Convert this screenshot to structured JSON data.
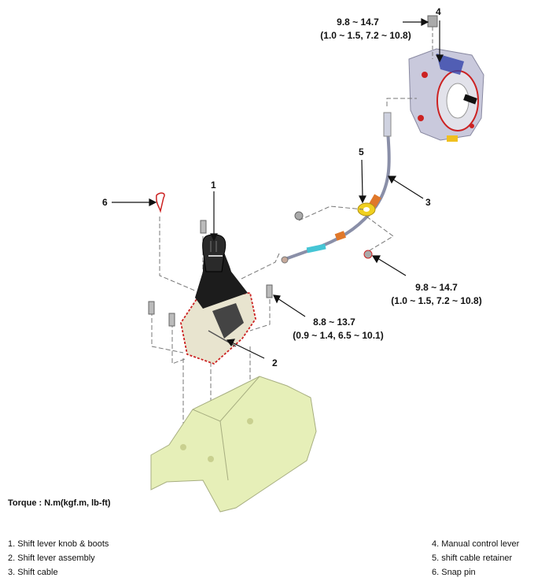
{
  "callouts": [
    "1",
    "2",
    "3",
    "4",
    "5",
    "6"
  ],
  "torques": {
    "top": {
      "nm": "9.8 ~ 14.7",
      "alt": "(1.0 ~ 1.5, 7.2 ~ 10.8)"
    },
    "mid_right": {
      "nm": "9.8 ~ 14.7",
      "alt": "(1.0 ~ 1.5, 7.2 ~ 10.8)"
    },
    "lever": {
      "nm": "8.8 ~ 13.7",
      "alt": "(0.9 ~ 1.4, 6.5 ~ 10.1)"
    }
  },
  "torque_unit": "Torque : N.m(kgf.m, lb-ft)",
  "legend_left": [
    "1. Shift lever knob & boots",
    "2. Shift lever assembly",
    "3. Shift cable"
  ],
  "legend_right": [
    "4. Manual control lever",
    "5. shift cable retainer",
    "6. Snap pin"
  ],
  "colors": {
    "outline": "#cc2222",
    "floor_panel": "#e6efb8",
    "transmission": "#c9c9dc",
    "boot": "#1c1c1c",
    "cable_orange": "#e0782a",
    "retainer_yellow": "#f0d020"
  }
}
